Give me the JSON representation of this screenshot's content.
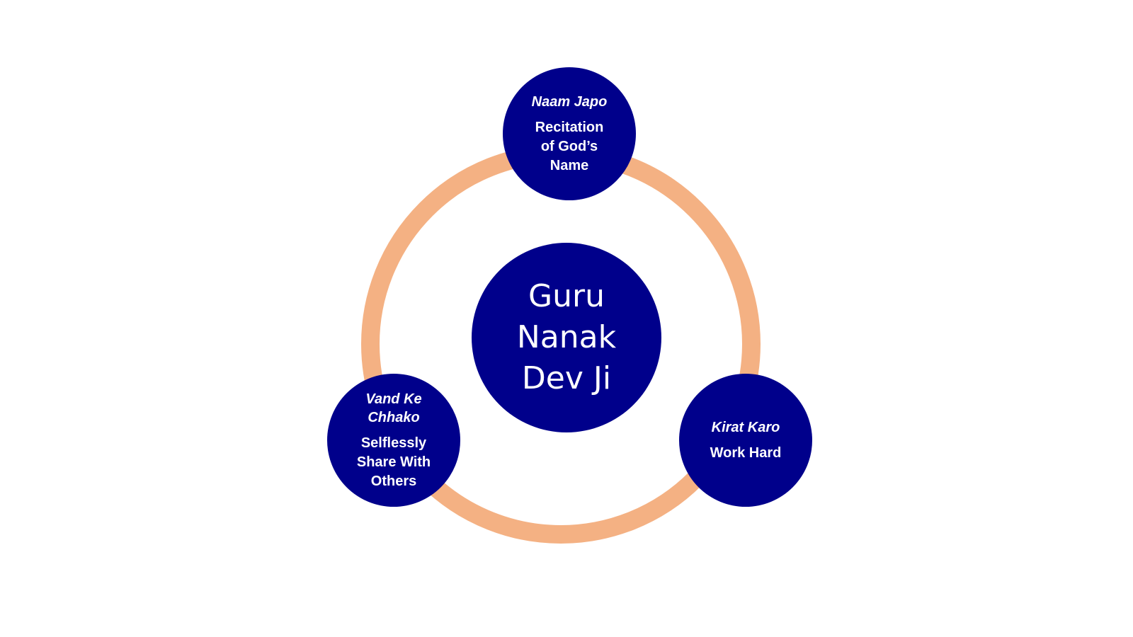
{
  "diagram": {
    "ring_color": "#f4b183",
    "node_color": "#00008b",
    "center": {
      "title": "Guru\nNanak\nDev Ji"
    },
    "pillars": [
      {
        "name": "Naam Japo",
        "meaning": "Recitation\nof God’s\nName"
      },
      {
        "name": "Vand Ke\nChhako",
        "meaning": "Selflessly\nShare With\nOthers"
      },
      {
        "name": "Kirat Karo",
        "meaning": "Work Hard"
      }
    ]
  }
}
